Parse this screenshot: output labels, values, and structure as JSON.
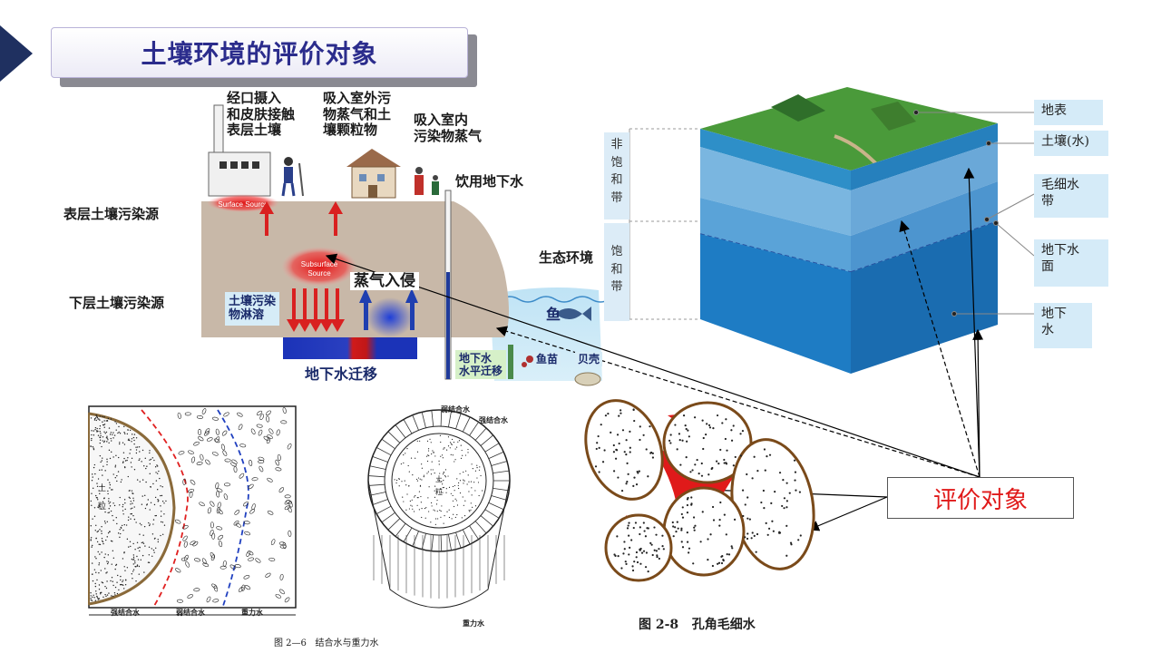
{
  "title": "土壤环境的评价对象",
  "scene": {
    "exposure_ingest": "经口摄入\n和皮肤接触\n表层土壤",
    "exposure_outdoor": "吸入室外污\n物蒸气和土\n壤颗粒物",
    "exposure_indoor": "吸入室内\n污染物蒸气",
    "drinking_water": "饮用地下水",
    "surface_source_label": "表层土壤污染源",
    "subsurface_source_label": "下层土壤污染源",
    "surface_tag": "Surface Source",
    "subsurface_tag": "Subsurface\nSource",
    "vapor_intrusion": "蒸气入侵",
    "leaching": "土壤污染\n物淋溶",
    "gw_migration": "地下水迁移",
    "horizontal_migration": "地下水\n水平迁移",
    "ecology": "生态环境",
    "fish": "鱼",
    "fry": "鱼苗",
    "shell": "贝壳"
  },
  "block": {
    "unsaturated_zone": "非\n饱\n和\n带",
    "saturated_zone": "饱\n和\n带",
    "labels": [
      "地表",
      "土壤(水)",
      "毛细水\n带",
      "地下水\n面",
      "地下\n水"
    ]
  },
  "particle_fig": {
    "soil_particle": "土\n粒",
    "strong_bound": "强结合水",
    "weak_bound": "弱结合水",
    "gravity": "重力水",
    "caption": "图 2—6   结合水与重力水"
  },
  "cylinder_fig": {
    "weak_bound": "弱结合水",
    "strong_bound": "强结合水",
    "soil_particle": "土\n粒",
    "gravity": "重力水"
  },
  "pore_fig": {
    "caption": "图 2-8   孔角毛细水"
  },
  "eval_target": "评价对象",
  "colors": {
    "title_text": "#2b2c8c",
    "accent_red": "#e01a1a",
    "groundwater_blue": "#1f6fb8",
    "corner_navy": "#1f3060"
  }
}
